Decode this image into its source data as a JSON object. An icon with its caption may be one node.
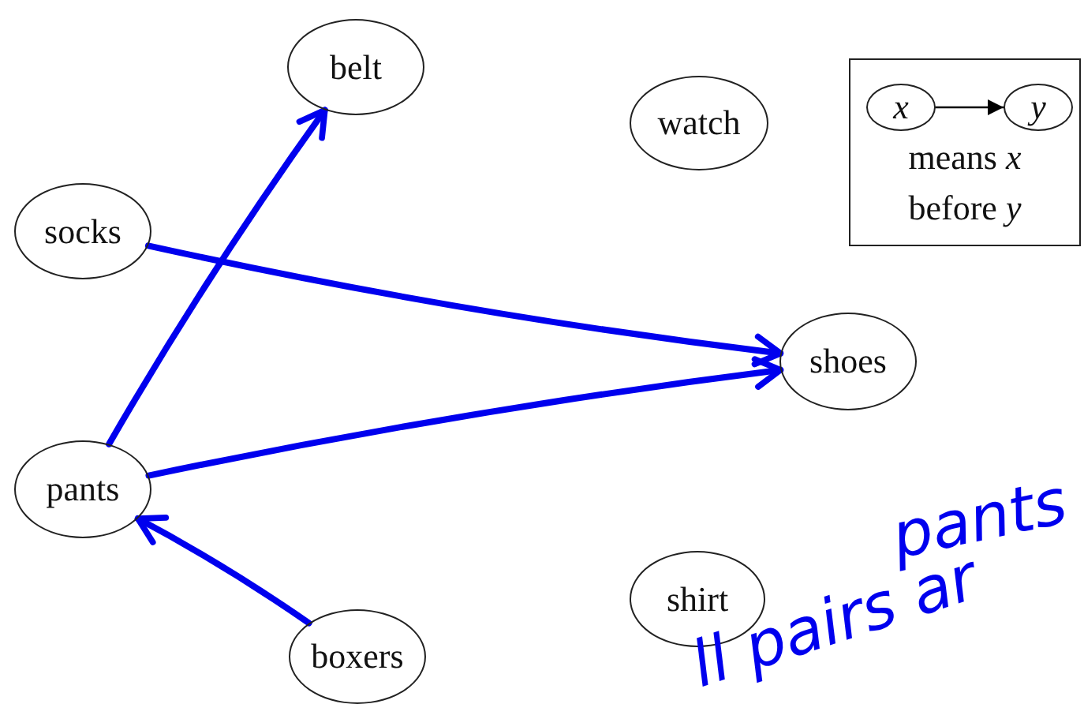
{
  "diagram": {
    "nodes": [
      {
        "text": [
          "belt"
        ]
      },
      {
        "text": [
          "watch"
        ]
      },
      {
        "text": [
          "means *x* before *y*"
        ]
      },
      {
        "text": [
          "x"
        ],
        "in": 2
      },
      {
        "text": [
          "y"
        ],
        "in": 2
      },
      {
        "text": [
          "socks"
        ]
      },
      {
        "text": [
          "shoes"
        ]
      },
      {
        "text": [
          "pants"
        ]
      },
      {
        "text": [
          "shirt"
        ]
      },
      {
        "text": [
          "boxers"
        ]
      }
    ],
    "edges": [
      {
        "from": 7,
        "to": 0,
        "arrow": "to"
      },
      {
        "from": 5,
        "to": 6,
        "arrow": "to"
      },
      {
        "from": 7,
        "to": 6,
        "arrow": "to"
      },
      {
        "from": 9,
        "to": 7,
        "arrow": "to"
      },
      {
        "from": 3,
        "to": 4,
        "arrow": "to",
        "color": "#000000"
      }
    ],
    "labels": [
      "pants",
      "ll pairs ar"
    ]
  }
}
